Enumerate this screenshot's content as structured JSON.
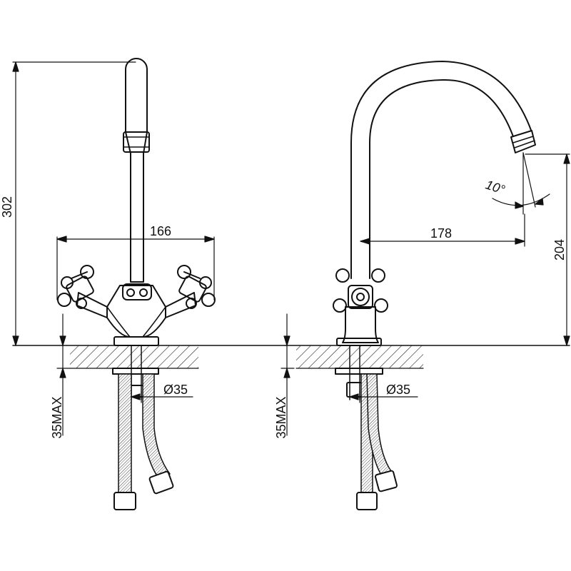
{
  "drawing": {
    "front_view": {
      "height_dim": "302",
      "width_dim": "166",
      "pipe_dim": "Ø35",
      "counter_dim": "35MAX"
    },
    "side_view": {
      "angle_dim": "10°",
      "reach_dim": "178",
      "spout_height_dim": "204",
      "pipe_dim": "Ø35",
      "counter_dim": "35MAX"
    },
    "stroke_color": "#111111"
  }
}
